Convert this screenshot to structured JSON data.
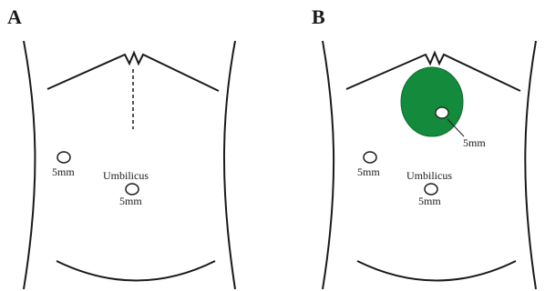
{
  "panels": [
    {
      "letter": "A",
      "labels": {
        "left_port": "5mm",
        "umbilicus": "Umbilicus",
        "umbilical_port": "5mm"
      }
    },
    {
      "letter": "B",
      "labels": {
        "left_port": "5mm",
        "umbilicus": "Umbilicus",
        "umbilical_port": "5mm",
        "lesion_port": "5mm"
      },
      "colors": {
        "lesion_fill": "#138a3c"
      }
    }
  ]
}
